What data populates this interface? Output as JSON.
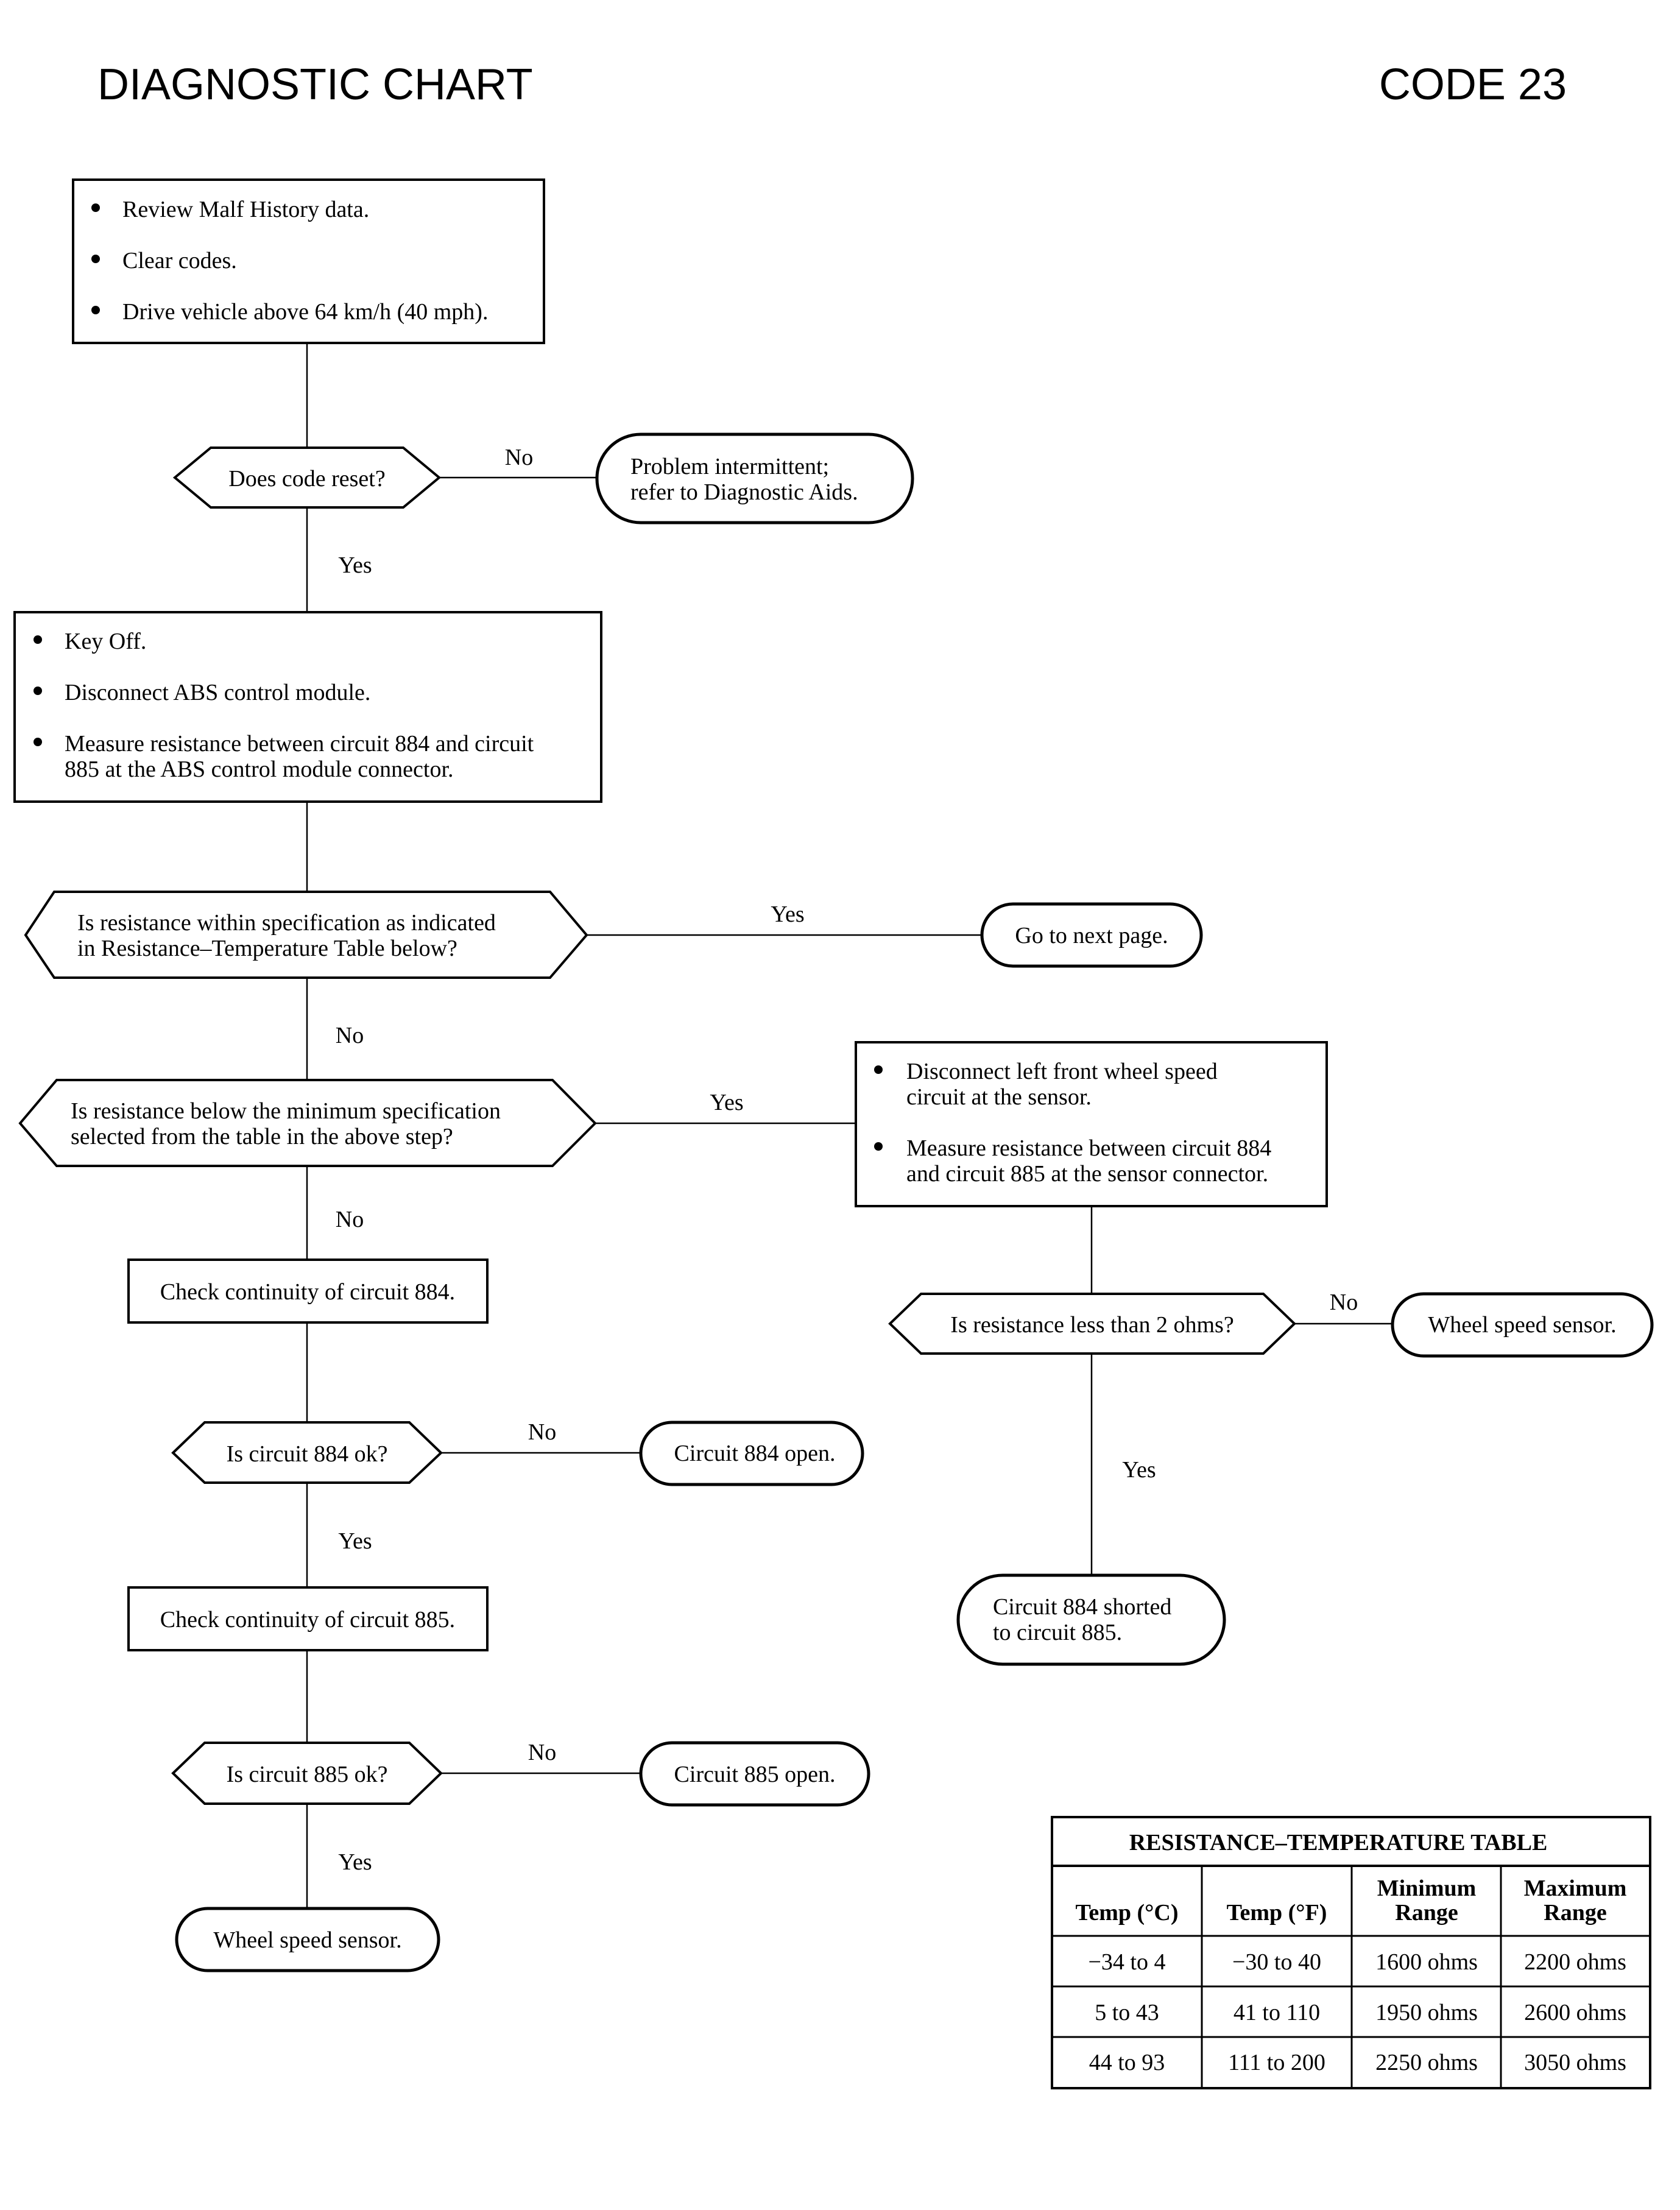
{
  "header": {
    "title": "DIAGNOSTIC CHART",
    "code": "CODE 23"
  },
  "flow": {
    "box1": {
      "items": [
        "Review Malf History data.",
        "Clear codes.",
        "Drive vehicle above 64 km/h (40 mph)."
      ]
    },
    "q1": "Does code reset?",
    "t1": [
      "Problem intermittent;",
      "refer to Diagnostic Aids."
    ],
    "box2": {
      "items": [
        [
          "Key Off."
        ],
        [
          "Disconnect ABS control module."
        ],
        [
          "Measure resistance between circuit 884 and circuit",
          "885 at the ABS control module connector."
        ]
      ]
    },
    "q2": [
      "Is resistance within specification as indicated",
      "in Resistance–Temperature Table below?"
    ],
    "t2": "Go to next page.",
    "q3": [
      "Is resistance below the minimum specification",
      "selected from the table in the above step?"
    ],
    "box3": {
      "items": [
        [
          "Disconnect left front wheel speed",
          "circuit at the sensor."
        ],
        [
          "Measure resistance between circuit 884",
          "and circuit 885 at the sensor connector."
        ]
      ]
    },
    "box4": "Check continuity of circuit 884.",
    "q4": "Is resistance less than 2 ohms?",
    "t3": "Wheel speed sensor.",
    "q5": "Is circuit 884 ok?",
    "t4": "Circuit 884 open.",
    "t5": [
      "Circuit 884 shorted",
      "to circuit 885."
    ],
    "box5": "Check continuity of circuit 885.",
    "q6": "Is circuit 885 ok?",
    "t6": "Circuit 885 open.",
    "t7": "Wheel speed sensor.",
    "labels": {
      "yes": "Yes",
      "no": "No"
    }
  },
  "table": {
    "title": "RESISTANCE–TEMPERATURE TABLE",
    "headers": [
      [
        "Temp (°C)"
      ],
      [
        "Temp (°F)"
      ],
      [
        "Minimum",
        "Range"
      ],
      [
        "Maximum",
        "Range"
      ]
    ],
    "rows": [
      [
        "−34 to 4",
        "−30 to 40",
        "1600 ohms",
        "2200 ohms"
      ],
      [
        "5 to 43",
        "41 to 110",
        "1950 ohms",
        "2600 ohms"
      ],
      [
        "44 to 93",
        "111 to 200",
        "2250 ohms",
        "3050 ohms"
      ]
    ]
  }
}
